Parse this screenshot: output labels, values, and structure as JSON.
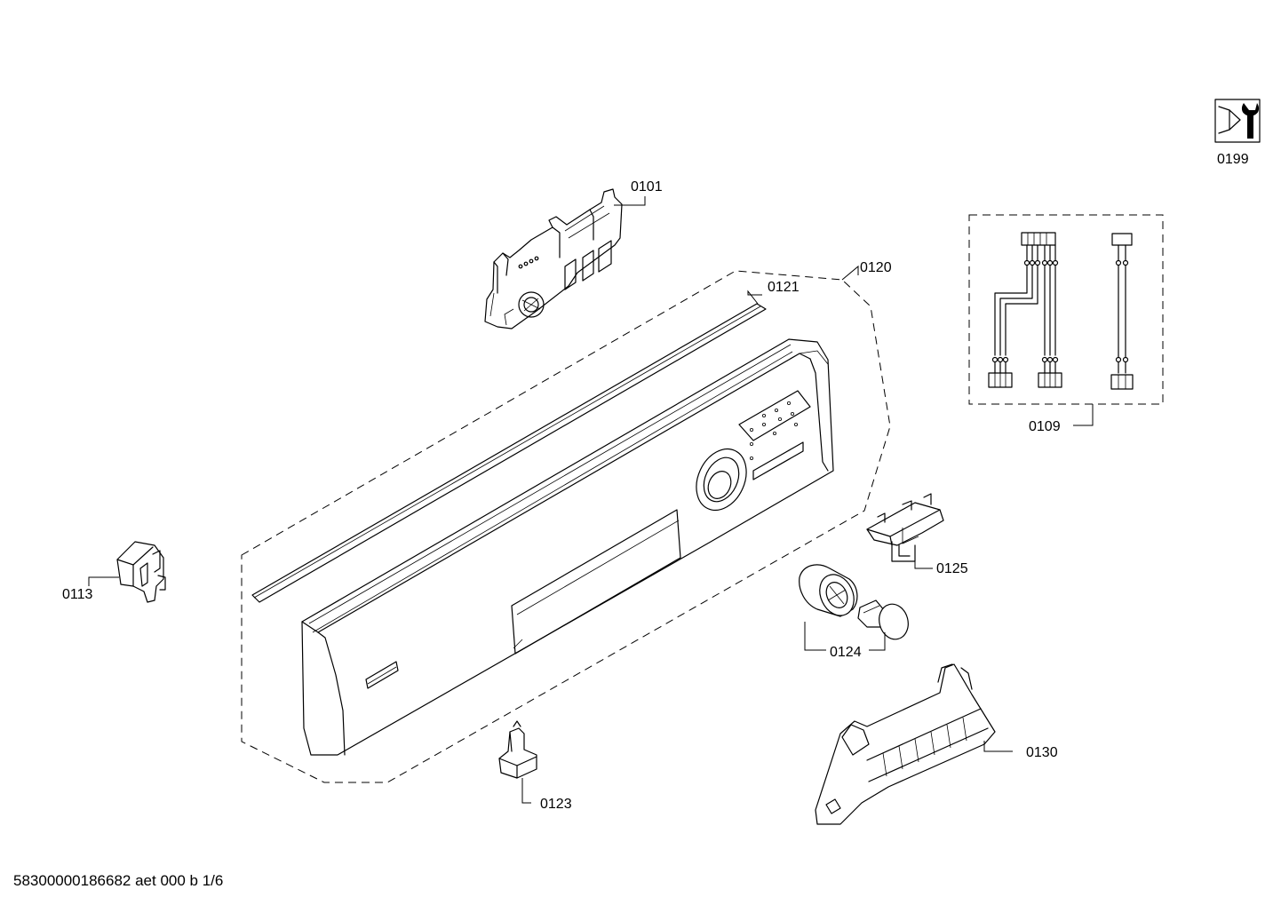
{
  "labels": {
    "p0101": "0101",
    "p0109": "0109",
    "p0113": "0113",
    "p0120": "0120",
    "p0121": "0121",
    "p0123": "0123",
    "p0124": "0124",
    "p0125": "0125",
    "p0130": "0130",
    "p0199": "0199"
  },
  "footer": {
    "document_code": "58300000186682 aet 000 b 1/6"
  },
  "colors": {
    "line": "#000000",
    "background": "#ffffff"
  },
  "icons": {
    "service_tool": "wrench-icon"
  }
}
